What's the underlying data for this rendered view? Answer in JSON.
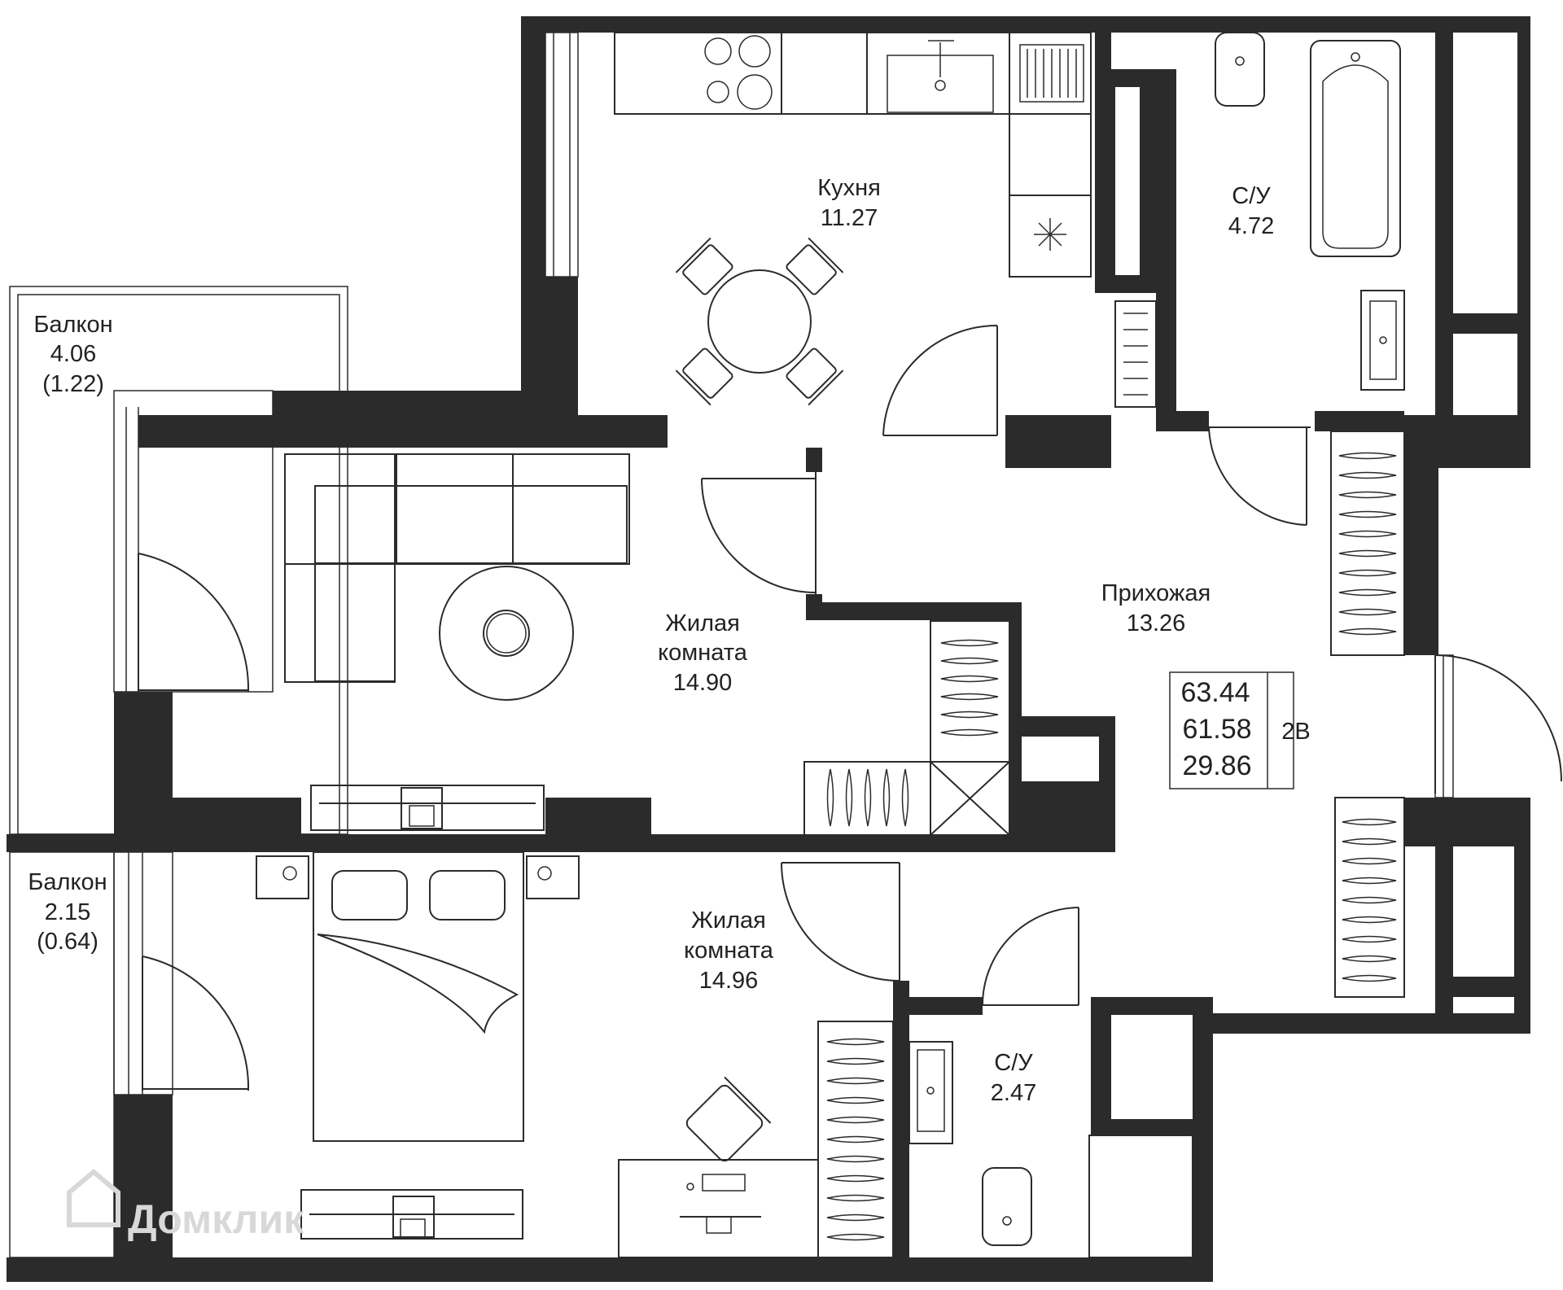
{
  "rooms": {
    "kitchen": {
      "name": "Кухня",
      "area": "11.27"
    },
    "bathroom_top": {
      "name": "С/У",
      "area": "4.72"
    },
    "balcony_top": {
      "name": "Балкон",
      "area": "4.06",
      "reduced": "(1.22)"
    },
    "living_room": {
      "name_line1": "Жилая",
      "name_line2": "комната",
      "area": "14.90"
    },
    "hallway": {
      "name": "Прихожая",
      "area": "13.26"
    },
    "balcony_bottom": {
      "name": "Балкон",
      "area": "2.15",
      "reduced": "(0.64)"
    },
    "bedroom": {
      "name_line1": "Жилая",
      "name_line2": "комната",
      "area": "14.96"
    },
    "bathroom_bottom": {
      "name": "С/У",
      "area": "2.47"
    }
  },
  "summary": {
    "total": "63.44",
    "living_total": "61.58",
    "living_rooms": "29.86",
    "type": "2В"
  },
  "watermark": "Домклик",
  "colors": {
    "walls": "#2b2b2b",
    "background": "#ffffff"
  }
}
